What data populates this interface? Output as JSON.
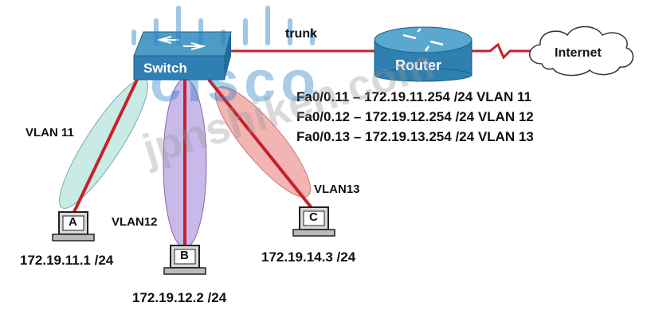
{
  "devices": {
    "switch_label": "Switch",
    "router_label": "Router",
    "internet_label": "Internet",
    "host_a": "A",
    "host_b": "B",
    "host_c": "C"
  },
  "links": {
    "trunk_label": "trunk"
  },
  "vlans": {
    "vlan11": "VLAN 11",
    "vlan12": "VLAN12",
    "vlan13": "VLAN13"
  },
  "hosts": {
    "a_ip": "172.19.11.1 /24",
    "b_ip": "172.19.12.2 /24",
    "c_ip": "172.19.14.3 /24"
  },
  "subinterfaces": [
    {
      "iface": "Fa0/0.11 – 172.19.11.254 /24",
      "vlan": "VLAN 11"
    },
    {
      "iface": "Fa0/0.12 – 172.19.12.254 /24",
      "vlan": "VLAN 12"
    },
    {
      "iface": "Fa0/0.13 – 172.19.13.254 /24",
      "vlan": "VLAN 13"
    }
  ],
  "watermarks": {
    "brand": "cisco",
    "site": "jpnshiken.com"
  },
  "colors": {
    "link": "#c8202a",
    "device_blue": "#2f7fb0",
    "vlan11_fill": "#c9ebe6",
    "vlan12_fill": "#c9b9ea",
    "vlan13_fill": "#f3b4b4"
  }
}
